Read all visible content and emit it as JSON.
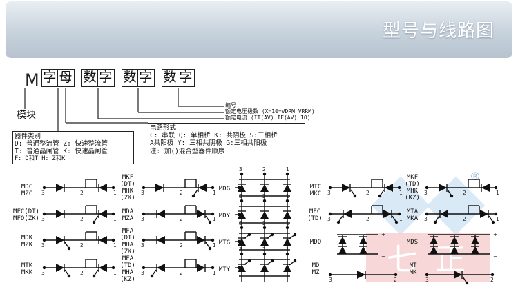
{
  "banner": {
    "title": "型号与线路图"
  },
  "code": {
    "prefix": "M",
    "box1": [
      "字",
      "母"
    ],
    "box2": [
      "数",
      "字"
    ],
    "box3": [
      "数",
      "字"
    ],
    "box4": [
      "数",
      "字"
    ],
    "module_label": "模块",
    "legend_right": [
      "编号",
      "额定电压极数 (X=10=VDRM VRRM)",
      "额定电流 (IT(AV) IF(AV) IO)"
    ]
  },
  "device_category": {
    "title": "器件类别",
    "lines": [
      "D: 普通整流管 Z: 快速整流管",
      "T: 普通晶闸管 K: 快速晶闸管",
      "F: D和T   H: Z和K"
    ]
  },
  "circuit_form": {
    "title": "电路形式",
    "lines": [
      "C: 串联 Q: 单相桥 K: 共阴极 S:三相桥",
      "A共阳极 Y: 三相共阴极 G:三相共阳极",
      "注: 加()混合型器件顺序"
    ]
  },
  "models": {
    "col1": [
      [
        "MDC",
        "MZC"
      ],
      [
        "MFC(DT)",
        "MFO(ZK)"
      ],
      [
        "MDK",
        "MZK"
      ],
      [
        "MTK",
        "MKK"
      ]
    ],
    "col2": [
      [
        "MKF",
        "(DT)",
        "MHK",
        "(ZK)"
      ],
      [
        "MDA",
        "MZA"
      ],
      [
        "MFA",
        "(DT)",
        "MHA",
        "(ZK)"
      ],
      [
        "MFA",
        "(TD)",
        "MHA",
        "(KZ)"
      ]
    ],
    "col3": [
      "MDG",
      "MDY",
      "MTG",
      "MTY"
    ],
    "col4": [
      [
        "MTC",
        "MKC"
      ],
      [
        "MFC",
        "(TD)"
      ],
      [
        "MDQ"
      ],
      [
        "MD",
        "MZ"
      ]
    ],
    "col5": [
      [
        "MKF",
        "(TD)",
        "MHK",
        "(KZ)"
      ],
      [
        "MTA",
        "MKA"
      ],
      [
        "MDS"
      ],
      [
        "MT",
        "MK"
      ]
    ]
  },
  "pins": {
    "p1": "1",
    "p2": "2",
    "p3": "3",
    "plus": "+",
    "minus": "−",
    "tilde": "~"
  },
  "watermark": {
    "registered": "®",
    "char1": "七",
    "char2": "正"
  }
}
